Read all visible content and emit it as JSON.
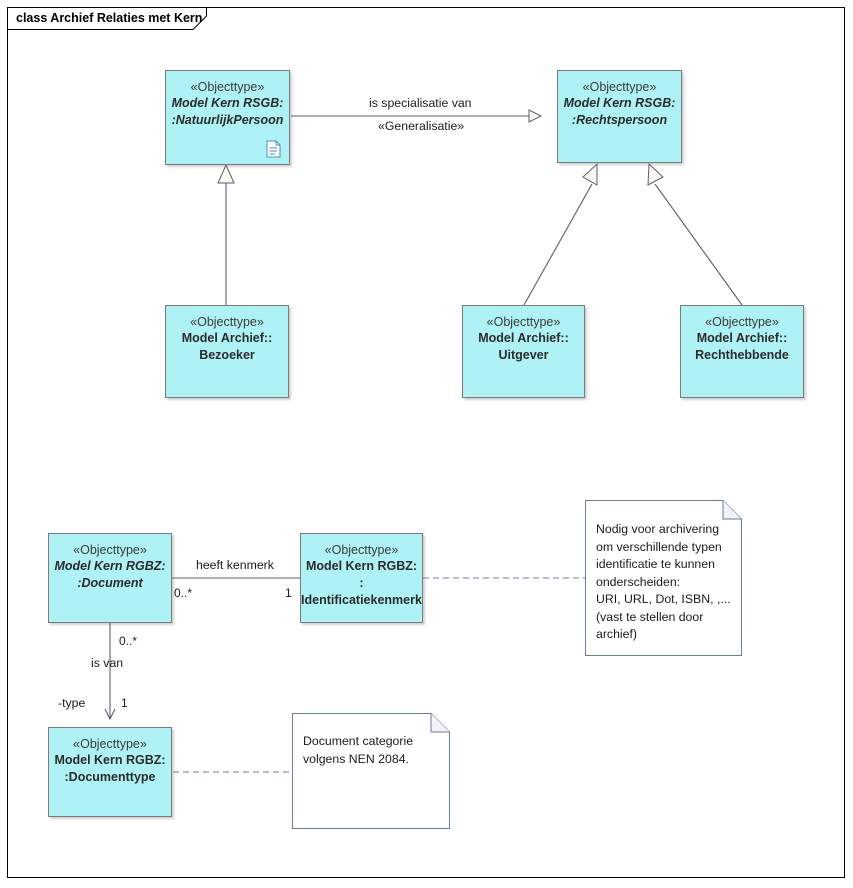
{
  "diagram": {
    "title": "class Archief Relaties met Kern",
    "colors": {
      "class_fill": "#aff2f5",
      "class_border": "#7a7a7a",
      "line": "#595f6b",
      "note_border": "#6a7f9c",
      "frame_border": "#000000"
    }
  },
  "classes": {
    "natuurlijkpersoon": {
      "stereotype": "«Objecttype»",
      "name_line1": "Model Kern RSGB:",
      "name_line2": ":NatuurlijkPersoon",
      "icon": "document-icon"
    },
    "rechtspersoon": {
      "stereotype": "«Objecttype»",
      "name_line1": "Model Kern RSGB:",
      "name_line2": ":Rechtspersoon"
    },
    "bezoeker": {
      "stereotype": "«Objecttype»",
      "name_line1": "Model Archief::",
      "name_line2": "Bezoeker"
    },
    "uitgever": {
      "stereotype": "«Objecttype»",
      "name_line1": "Model Archief::",
      "name_line2": "Uitgever"
    },
    "rechthebbende": {
      "stereotype": "«Objecttype»",
      "name_line1": "Model Archief::",
      "name_line2": "Rechthebbende"
    },
    "document": {
      "stereotype": "«Objecttype»",
      "name_line1": "Model Kern RGBZ:",
      "name_line2": ":Document"
    },
    "identificatiekenmerk": {
      "stereotype": "«Objecttype»",
      "name_line1": "Model Kern RGBZ:",
      "name_line2": ":",
      "name_line3": "Identificatiekenmerk"
    },
    "documenttype": {
      "stereotype": "«Objecttype»",
      "name_line1": "Model Kern RGBZ:",
      "name_line2": ":Documenttype"
    }
  },
  "connectors": {
    "generalisatie": {
      "label": "is specialisatie van",
      "stereotype": "«Generalisatie»"
    },
    "heeft_kenmerk": {
      "label": "heeft kenmerk",
      "source_multiplicity": "0..*",
      "target_multiplicity": "1"
    },
    "is_van": {
      "label": "is van",
      "source_multiplicity": "0..*",
      "target_multiplicity": "1",
      "role": "-type"
    }
  },
  "notes": {
    "identificatie": {
      "text": "Nodig voor archivering om verschillende typen identificatie te kunnen onderscheiden:\nURI, URL, Dot, ISBN, ,...\n(vast te stellen door archief)"
    },
    "documenttype": {
      "text": "Document categorie volgens NEN 2084."
    }
  }
}
